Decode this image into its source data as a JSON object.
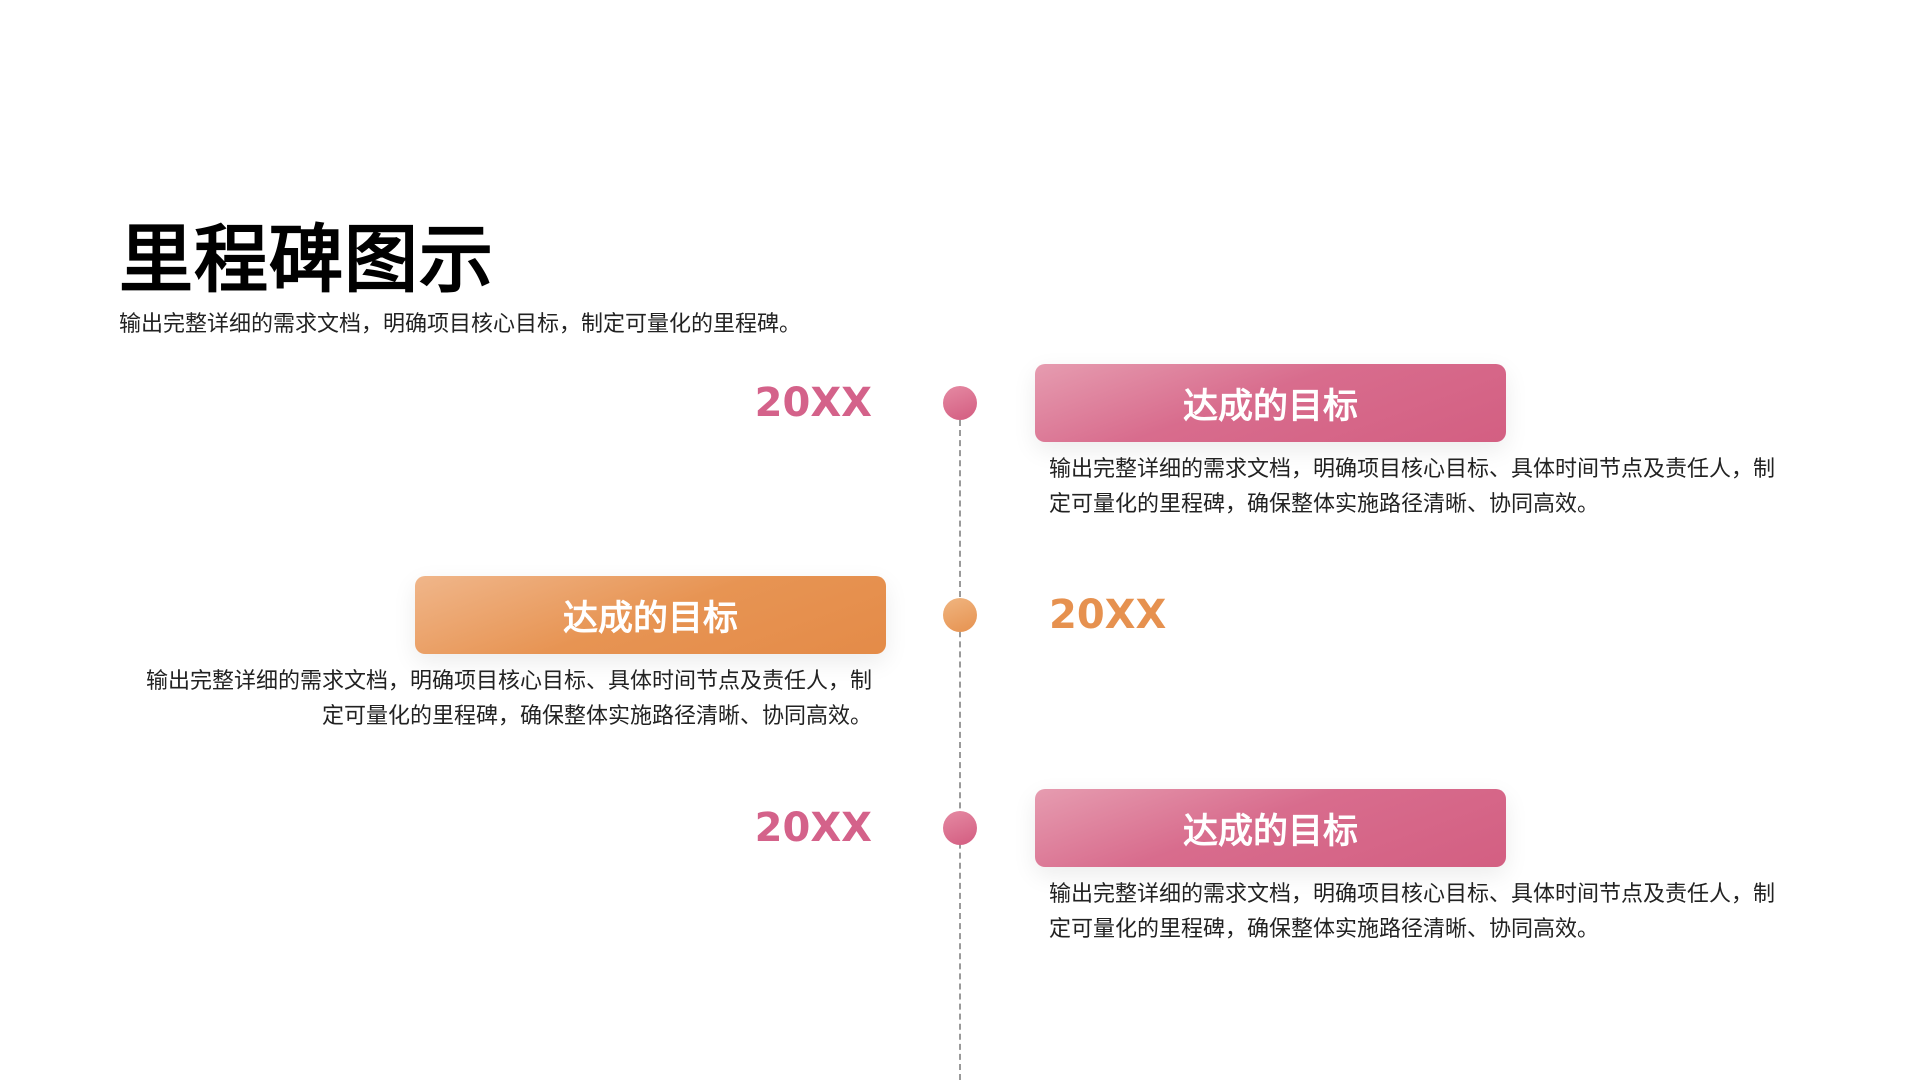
{
  "header": {
    "title": "里程碑图示",
    "subtitle": "输出完整详细的需求文档，明确项目核心目标，制定可量化的里程碑。"
  },
  "colors": {
    "pink": "#d4628a",
    "orange": "#e6914f"
  },
  "milestones": [
    {
      "year": "20XX",
      "label": "达成的目标",
      "desc": "输出完整详细的需求文档，明确项目核心目标、具体时间节点及责任人，制定可量化的里程碑，确保整体实施路径清晰、协同高效。"
    },
    {
      "year": "20XX",
      "label": "达成的目标",
      "desc": "输出完整详细的需求文档，明确项目核心目标、具体时间节点及责任人，制定可量化的里程碑，确保整体实施路径清晰、协同高效。"
    },
    {
      "year": "20XX",
      "label": "达成的目标",
      "desc": "输出完整详细的需求文档，明确项目核心目标、具体时间节点及责任人，制定可量化的里程碑，确保整体实施路径清晰、协同高效。"
    }
  ]
}
